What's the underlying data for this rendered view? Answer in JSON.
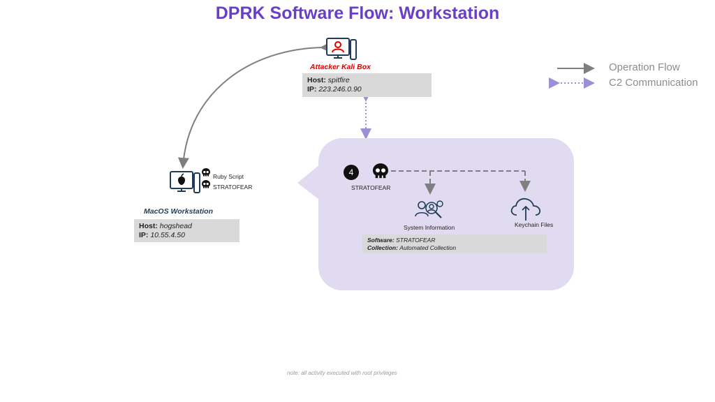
{
  "title": "DPRK Software Flow: Workstation",
  "colors": {
    "title": "#6a3fc8",
    "attacker_label": "#e00000",
    "operation_flow": "#7f7f7f",
    "c2": "#9b8fd6",
    "bubble": "#e1dbf2",
    "infobox": "#d9d9d9"
  },
  "legend": {
    "operation_flow": "Operation Flow",
    "c2_communication": "C2 Communication"
  },
  "attacker": {
    "label": "Attacker Kali Box",
    "host_label": "Host:",
    "host_value": "spitfire",
    "ip_label": "IP:",
    "ip_value": "223.246.0.90",
    "icon": "attacker-monitor-icon"
  },
  "workstation": {
    "label": "MacOS Workstation",
    "host_label": "Host:",
    "host_value": "hogshead",
    "ip_label": "IP:",
    "ip_value": "10.55.4.50",
    "icon": "apple-monitor-icon",
    "tools": [
      "Ruby Script",
      "STRATOFEAR"
    ]
  },
  "stage": {
    "step_number": "4",
    "malware_label": "STRATOFEAR",
    "targets": [
      "System Information",
      "Keychain Files"
    ],
    "software_label": "Software:",
    "software_value": "STRATOFEAR",
    "collection_label": "Collection:",
    "collection_value": "Automated Collection"
  },
  "note": "note: all activity executed with root privileges"
}
